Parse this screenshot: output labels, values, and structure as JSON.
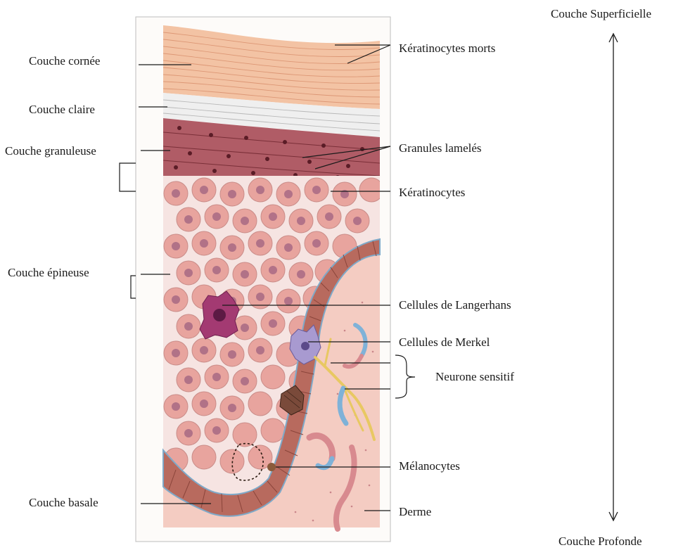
{
  "labels_left": {
    "cornee": "Couche cornée",
    "claire": "Couche claire",
    "granuleuse": "Couche granuleuse",
    "epineuse": "Couche épineuse",
    "basale": "Couche basale"
  },
  "labels_right": {
    "kerat_morts": "Kératinocytes morts",
    "granules": "Granules lamelés",
    "keratinocytes": "Kératinocytes",
    "langerhans": "Cellules de Langerhans",
    "merkel": "Cellules de Merkel",
    "neurone": "Neurone sensitif",
    "melanocytes": "Mélanocytes",
    "derme": "Derme"
  },
  "axis": {
    "top": "Couche Superficielle",
    "bottom": "Couche Profonde"
  },
  "colors": {
    "corneum": "#f3c3a4",
    "lucidum": "#ececec",
    "granulosum": "#b05c66",
    "spinosum_cell": "#e8a49e",
    "dermis": "#f4ccc2",
    "basal": "#b86a5e",
    "langerhans": "#a33a72",
    "merkel": "#a89ad0",
    "nerve": "#e8c862",
    "vessel_blue": "#7fb2d8",
    "vessel_red": "#d88a8f"
  }
}
